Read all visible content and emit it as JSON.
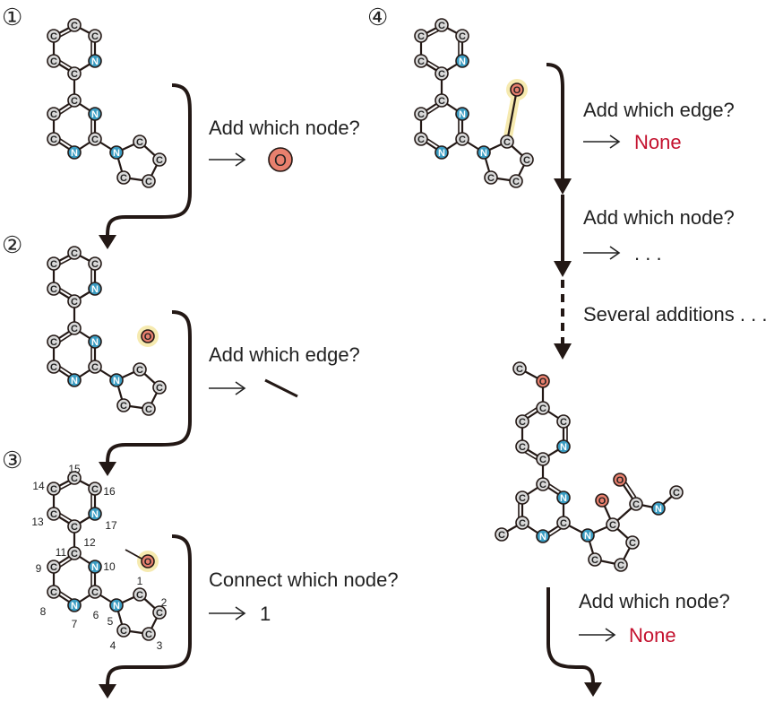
{
  "steps": [
    {
      "label": "①"
    },
    {
      "label": "②"
    },
    {
      "label": "③"
    },
    {
      "label": "④"
    }
  ],
  "texts": {
    "q1": "Add which node?",
    "q2": "Add which edge?",
    "q3": "Connect which node?",
    "q4a": "Add which edge?",
    "q4a_answer": "None",
    "q4b": "Add which node?",
    "q4b_answer": ". . .",
    "several": "Several additions . . .",
    "q5": "Add which node?",
    "q5_answer": "None",
    "connect_answer": "1",
    "new_atom": "O"
  },
  "atom_labels": {
    "C": "C",
    "N": "N",
    "O": "O"
  },
  "numbering": [
    "1",
    "2",
    "3",
    "4",
    "5",
    "6",
    "7",
    "8",
    "9",
    "10",
    "11",
    "12",
    "13",
    "14",
    "15",
    "16",
    "17"
  ],
  "colors": {
    "carbon_fill": "#d9d9d9",
    "nitrogen_fill": "#3a9cc2",
    "oxygen_fill": "#e8806e",
    "highlight": "#f6eab0",
    "arrow": "#231815",
    "answer_red": "#c4122f"
  }
}
